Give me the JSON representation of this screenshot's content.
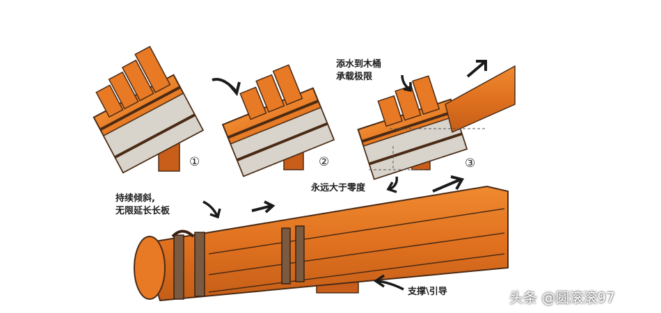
{
  "labels": {
    "fill_line1": "添水到木桶",
    "fill_line2": "承载极限",
    "tilt_line1": "持续倾斜,",
    "tilt_line2": "无限延长长板",
    "forever": "永远大于零度",
    "support": "支撑\\引导"
  },
  "stages": [
    "①",
    "②",
    "③"
  ],
  "watermark": "头条 @圆滚滚97",
  "colors": {
    "wood": "#e0711f",
    "wood_dark": "#b9531a",
    "water": "#d6d3cc",
    "outline": "#4a2a14"
  }
}
